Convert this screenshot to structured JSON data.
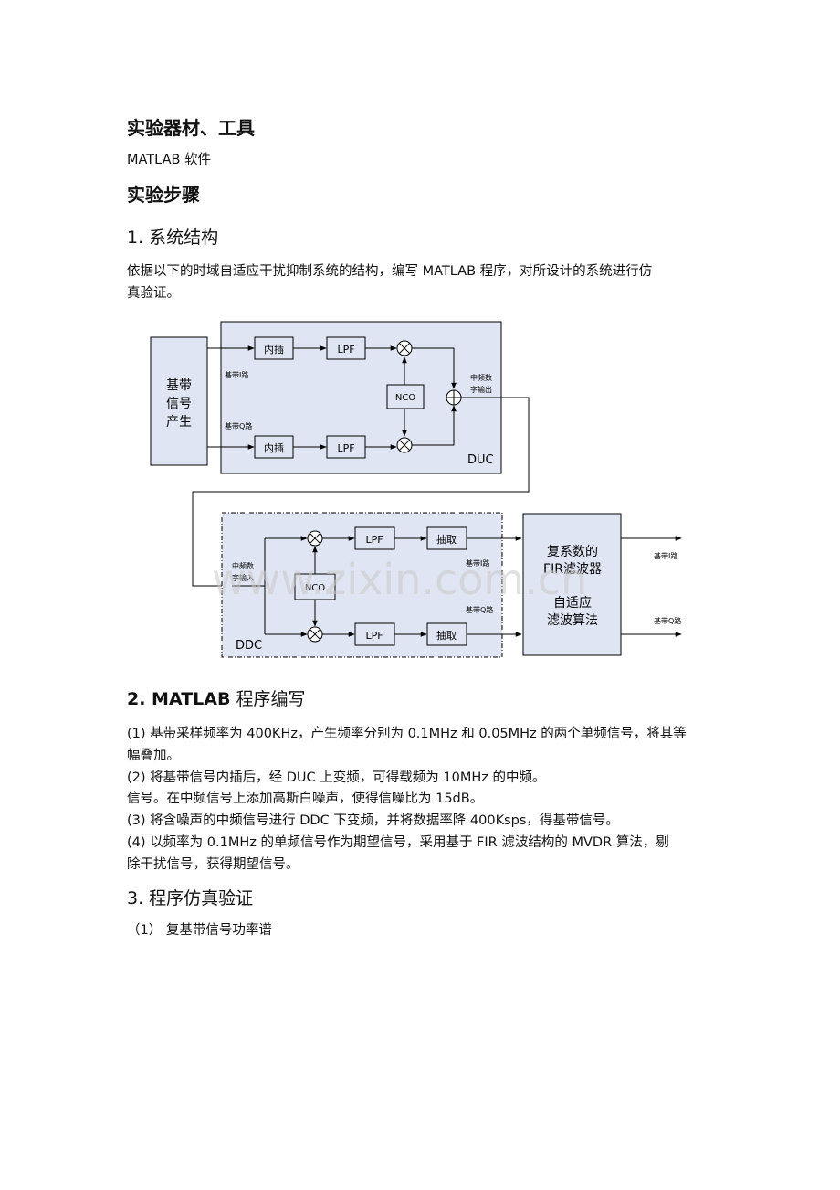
{
  "sections": {
    "equipment_heading": "实验器材、工具",
    "equipment_text": "MATLAB  软件",
    "steps_heading": "实验步骤",
    "s1_heading": "1.  系统结构",
    "s1_text_line1": "依据以下的时域自适应干扰抑制系统的结构，编写 MATLAB 程序，对所设计的系统进行仿",
    "s1_text_line2": "真验证。",
    "s2_heading_bold": "2. MATLAB",
    "s2_heading_rest": "  程序编写",
    "items": [
      "(1)  基带采样频率为 400KHz，产生频率分别为 0.1MHz 和 0.05MHz 的两个单频信号，将其等",
      "幅叠加。",
      "(2)  将基带信号内插后，经 DUC 上变频，可得载频为 10MHz 的中频。",
      "信号。在中频信号上添加高斯白噪声，使得信噪比为 15dB。",
      "(3)  将含噪声的中频信号进行 DDC 下变频，并将数据率降 400Ksps，得基带信号。",
      "(4)  以频率为 0.1MHz 的单频信号作为期望信号，采用基于 FIR 滤波结构的 MVDR 算法，剔",
      "除干扰信号，获得期望信号。"
    ],
    "s3_heading": "3.  程序仿真验证",
    "s3_item": "（1）  复基带信号功率谱"
  },
  "diagram": {
    "source_l1": "基带",
    "source_l2": "信号",
    "source_l3": "产生",
    "interp": "内插",
    "lpf": "LPF",
    "nco": "NCO",
    "decimate": "抽取",
    "baseband_i": "基带I路",
    "baseband_q": "基带Q路",
    "if_out_l1": "中频数",
    "if_out_l2": "字输出",
    "if_in_l1": "中频数",
    "if_in_l2": "字输入",
    "duc": "DUC",
    "ddc": "DDC",
    "fir_l1": "复系数的",
    "fir_l2": "FIR滤波器",
    "fir_l3": "自适应",
    "fir_l4": "滤波算法",
    "out_i": "基带I路",
    "out_q": "基带Q路",
    "watermark": "www.zixin.com.cn"
  },
  "colors": {
    "block_fill": "#dfe5f2",
    "line": "#000000"
  }
}
